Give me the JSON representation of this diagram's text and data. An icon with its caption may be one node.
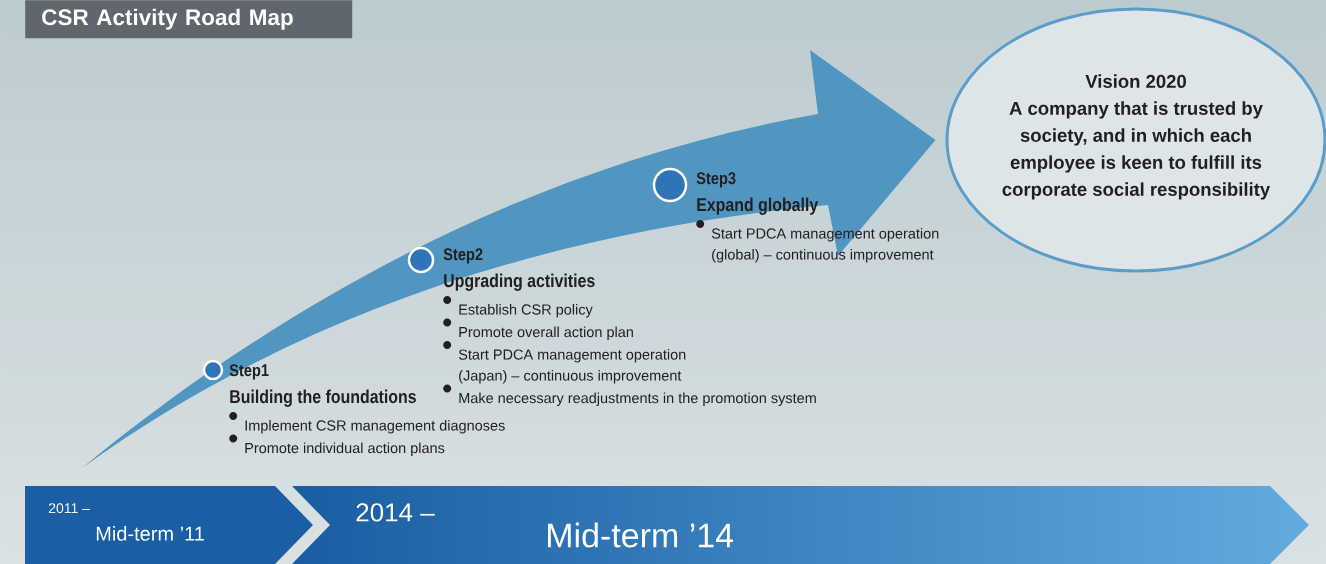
{
  "diagram": {
    "title": "CSR Activity Road Map",
    "nodes": [
      {
        "text": [
          "Step1",
          "Building the foundations",
          "Implement CSR management diagnoses",
          "Promote individual action plans"
        ]
      },
      {
        "text": [
          "Step2",
          "Upgrading activities",
          "Establish CSR policy",
          "Promote overall action plan",
          "Start PDCA management operation (Japan) – continuous improvement",
          "Make necessary readjustments in the promotion system"
        ]
      },
      {
        "text": [
          "Step3",
          "Expand globally",
          "Start PDCA management operation (global) – continuous improvement"
        ]
      },
      {
        "text": [
          "Vision 2020",
          "A company that is trusted by society, and in which each employee is keen to fulfill its corporate social responsibility"
        ]
      },
      {
        "text": [
          "2011 –",
          "Mid-term ’11"
        ]
      },
      {
        "text": [
          "2014 –",
          "Mid-term ’14"
        ]
      }
    ],
    "edges": [
      {
        "from": null,
        "to": 3,
        "arrow": "to"
      }
    ]
  }
}
